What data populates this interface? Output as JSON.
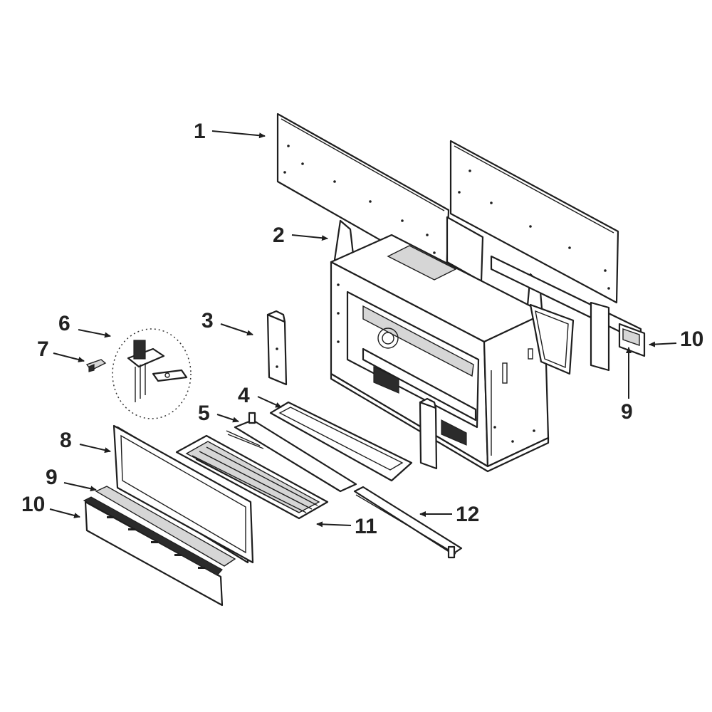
{
  "callouts": [
    {
      "id": "c1",
      "label": "1"
    },
    {
      "id": "c2",
      "label": "2"
    },
    {
      "id": "c3",
      "label": "3"
    },
    {
      "id": "c4",
      "label": "4"
    },
    {
      "id": "c5",
      "label": "5"
    },
    {
      "id": "c6",
      "label": "6"
    },
    {
      "id": "c7",
      "label": "7"
    },
    {
      "id": "c8",
      "label": "8"
    },
    {
      "id": "c9a",
      "label": "9"
    },
    {
      "id": "c10a",
      "label": "10"
    },
    {
      "id": "c11",
      "label": "11"
    },
    {
      "id": "c12",
      "label": "12"
    },
    {
      "id": "c10b",
      "label": "10"
    },
    {
      "id": "c9b",
      "label": "9"
    }
  ]
}
